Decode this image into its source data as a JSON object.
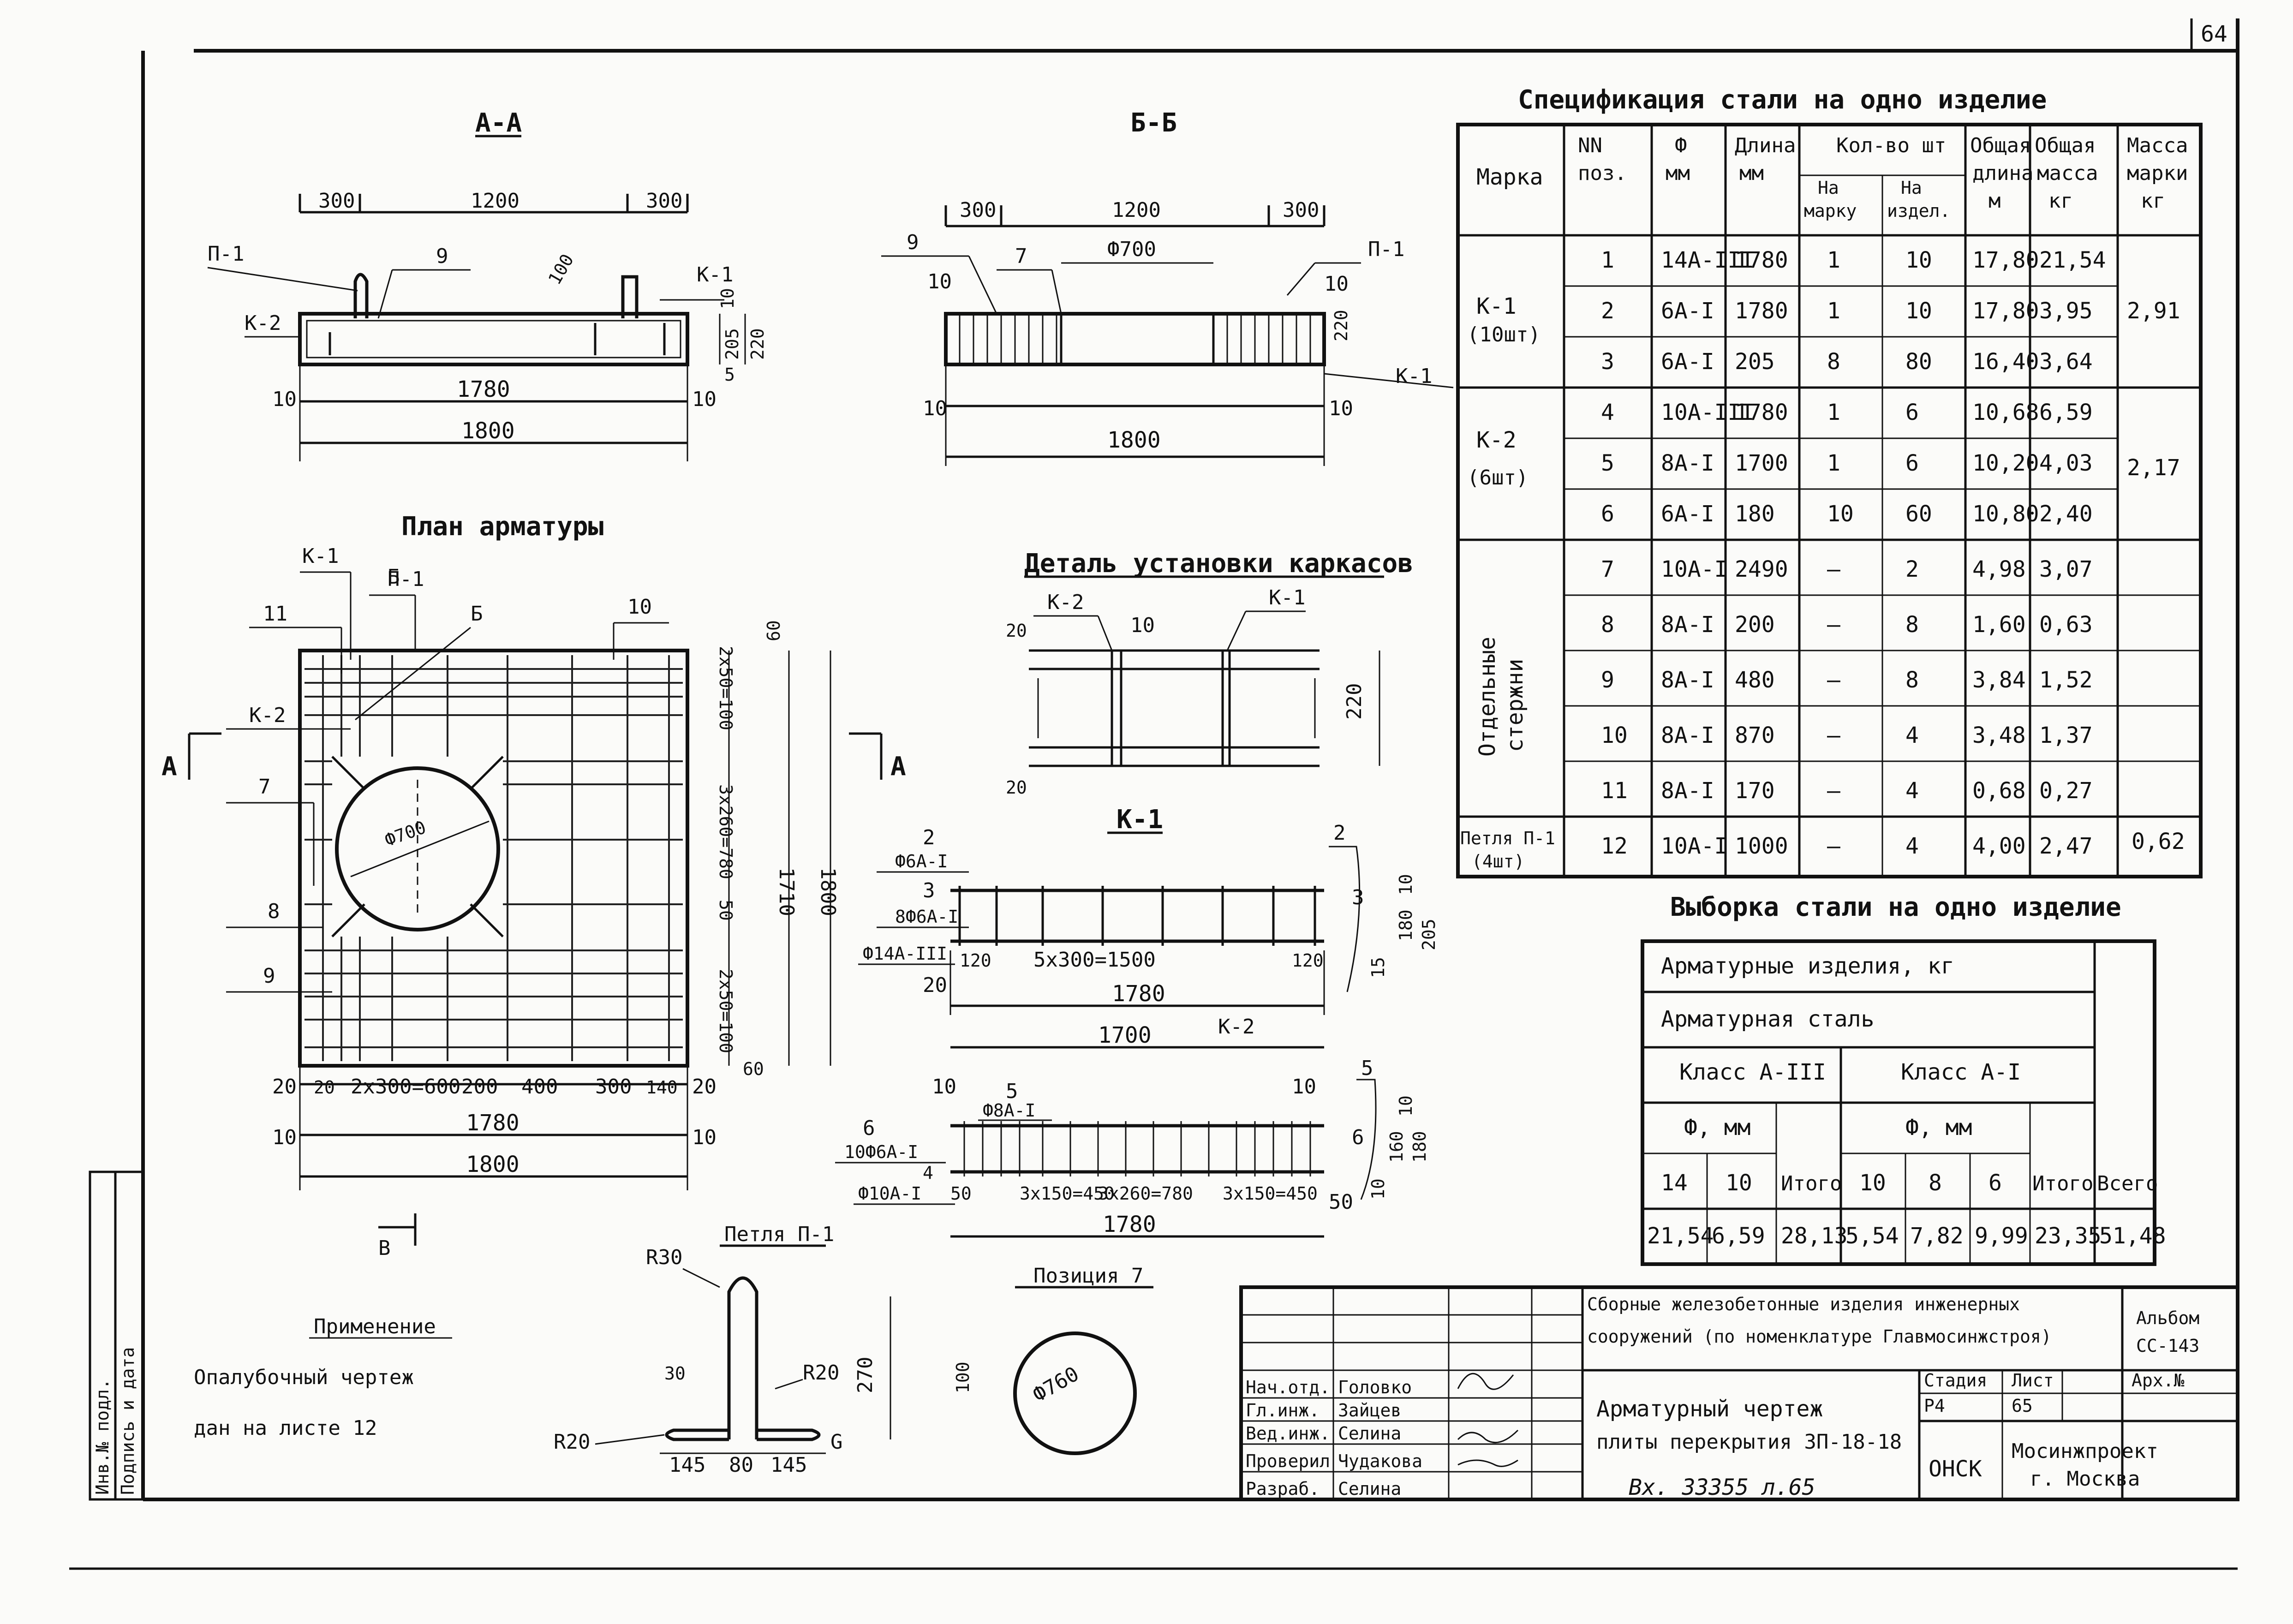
{
  "frame": {
    "corner_number": "64"
  },
  "margin": {
    "inv_label": "Инв.№ подл.",
    "sign_label": "Подпись и дата"
  },
  "section_aa": {
    "title": "А-А",
    "dims": [
      "300",
      "1200",
      "300",
      "100",
      "10",
      "205",
      "220",
      "5",
      "10",
      "10",
      "1780",
      "1800"
    ],
    "labels": [
      "П-1",
      "9",
      "К-1",
      "К-2"
    ]
  },
  "section_bb": {
    "title": "Б-Б",
    "dims": [
      "300",
      "1200",
      "300",
      "Ф700",
      "220",
      "10",
      "10",
      "1800"
    ],
    "labels": [
      "9",
      "7",
      "10",
      "П-1",
      "10",
      "К-1"
    ]
  },
  "plan": {
    "title": "План арматуры",
    "circle_dia": "Ф700",
    "labels": [
      "К-1",
      "П-1",
      "11",
      "Б",
      "10",
      "К-2",
      "7",
      "8",
      "9"
    ],
    "section_marks": [
      "А",
      "А",
      "Б",
      "В"
    ],
    "vdims": [
      "60",
      "2х50=100",
      "3х260=780",
      "50",
      "2х50=100",
      "1710",
      "1800",
      "60"
    ],
    "hdims": [
      "20",
      "20",
      "2х300=600",
      "200",
      "400",
      "300",
      "140",
      "20",
      "1780",
      "10",
      "10",
      "1800"
    ]
  },
  "detail": {
    "title": "Деталь установки каркасов",
    "labels": [
      "К-2",
      "К-1",
      "10",
      "20",
      "20",
      "220"
    ]
  },
  "k1": {
    "title": "К-1",
    "labels": [
      "2",
      "Ф6А-I",
      "3",
      "8Ф6А-I",
      "Ф14А-III",
      "120",
      "5х300=1500",
      "120",
      "2",
      "3",
      "10",
      "180",
      "205",
      "15",
      "20",
      "1780"
    ]
  },
  "k2": {
    "title": "К-2",
    "dims": [
      "1700",
      "1780"
    ],
    "labels": [
      "10",
      "5",
      "Ф8А-I",
      "10",
      "5",
      "6",
      "10Ф6А-I",
      "4",
      "Ф10А-I",
      "50",
      "3х150=450",
      "3х260=780",
      "3х150=450",
      "50",
      "6",
      "10",
      "160",
      "180",
      "10"
    ]
  },
  "loop": {
    "title": "Петля П-1",
    "labels": [
      "R30",
      "30",
      "R20",
      "270",
      "R20",
      "G",
      "145",
      "80",
      "145"
    ]
  },
  "position7": {
    "title": "Позиция 7",
    "dia": "Ф760",
    "dim": "100"
  },
  "application": {
    "title": "Применение",
    "line1": "Опалубочный чертеж",
    "line2": "дан на листе 12"
  },
  "spec": {
    "title": "Спецификация стали на одно изделие",
    "headers": [
      "Марка",
      "NN",
      "поз.",
      "Ф",
      "мм",
      "Длина",
      "мм",
      "Кол-во шт",
      "На",
      "марку",
      "На",
      "издел.",
      "Общая",
      "длина",
      "м",
      "Общая",
      "масса",
      "кг",
      "Масса",
      "марки",
      "кг"
    ],
    "groups": [
      {
        "mark": "К-1",
        "qty": "(10шт)"
      },
      {
        "mark": "К-2",
        "qty": "(6шт)"
      },
      {
        "mark": "Отдельные",
        "qty": "стержни"
      },
      {
        "mark": "Петля П-1",
        "qty": "(4шт)"
      }
    ],
    "mark_mass": [
      "2,91",
      "2,17",
      "0,62"
    ],
    "rows": [
      [
        "1",
        "14А-III",
        "1780",
        "1",
        "10",
        "17,80",
        "21,54"
      ],
      [
        "2",
        "6А-I",
        "1780",
        "1",
        "10",
        "17,80",
        "3,95"
      ],
      [
        "3",
        "6А-I",
        "205",
        "8",
        "80",
        "16,40",
        "3,64"
      ],
      [
        "4",
        "10А-III",
        "1780",
        "1",
        "6",
        "10,68",
        "6,59"
      ],
      [
        "5",
        "8А-I",
        "1700",
        "1",
        "6",
        "10,20",
        "4,03"
      ],
      [
        "6",
        "6А-I",
        "180",
        "10",
        "60",
        "10,80",
        "2,40"
      ],
      [
        "7",
        "10А-I",
        "2490",
        "—",
        "2",
        "4,98",
        "3,07"
      ],
      [
        "8",
        "8А-I",
        "200",
        "—",
        "8",
        "1,60",
        "0,63"
      ],
      [
        "9",
        "8А-I",
        "480",
        "—",
        "8",
        "3,84",
        "1,52"
      ],
      [
        "10",
        "8А-I",
        "870",
        "—",
        "4",
        "3,48",
        "1,37"
      ],
      [
        "11",
        "8А-I",
        "170",
        "—",
        "4",
        "0,68",
        "0,27"
      ],
      [
        "12",
        "10А-I",
        "1000",
        "—",
        "4",
        "4,00",
        "2,47"
      ]
    ]
  },
  "selection": {
    "title": "Выборка стали на одно изделие",
    "row_labels": [
      "Арматурные изделия, кг",
      "Арматурная сталь",
      "Класс А-III",
      "Класс А-I",
      "Ф, мм",
      "Ф, мм"
    ],
    "headers": [
      "14",
      "10",
      "Итого",
      "10",
      "8",
      "6",
      "Итого",
      "Всего"
    ],
    "values": [
      "21,54",
      "6,59",
      "28,13",
      "5,54",
      "7,82",
      "9,99",
      "23,35",
      "51,48"
    ]
  },
  "titleblock": {
    "project_line1": "Сборные железобетонные изделия инженерных",
    "project_line2": "сооружений (по номенклатуре Главмосинжстроя)",
    "album_label": "Альбом",
    "album_code": "СС-143",
    "drawing_name1": "Арматурный чертеж",
    "drawing_name2": "плиты перекрытия ЗП-18-18",
    "reg_number": "Вх. 33355 л.65",
    "cols": [
      "Стадия",
      "Лист",
      "Арх.№",
      "Р4",
      "65",
      ""
    ],
    "org_short": "ОНСК",
    "org_name1": "Мосинжпроект",
    "org_name2": "г. Москва",
    "roles": [
      "Нач.отд.",
      "Гл.инж.",
      "Вед.инж.",
      "Проверил",
      "Разраб."
    ],
    "names": [
      "Головко",
      "Зайцев",
      "Селина",
      "Чудакова",
      "Селина"
    ]
  }
}
